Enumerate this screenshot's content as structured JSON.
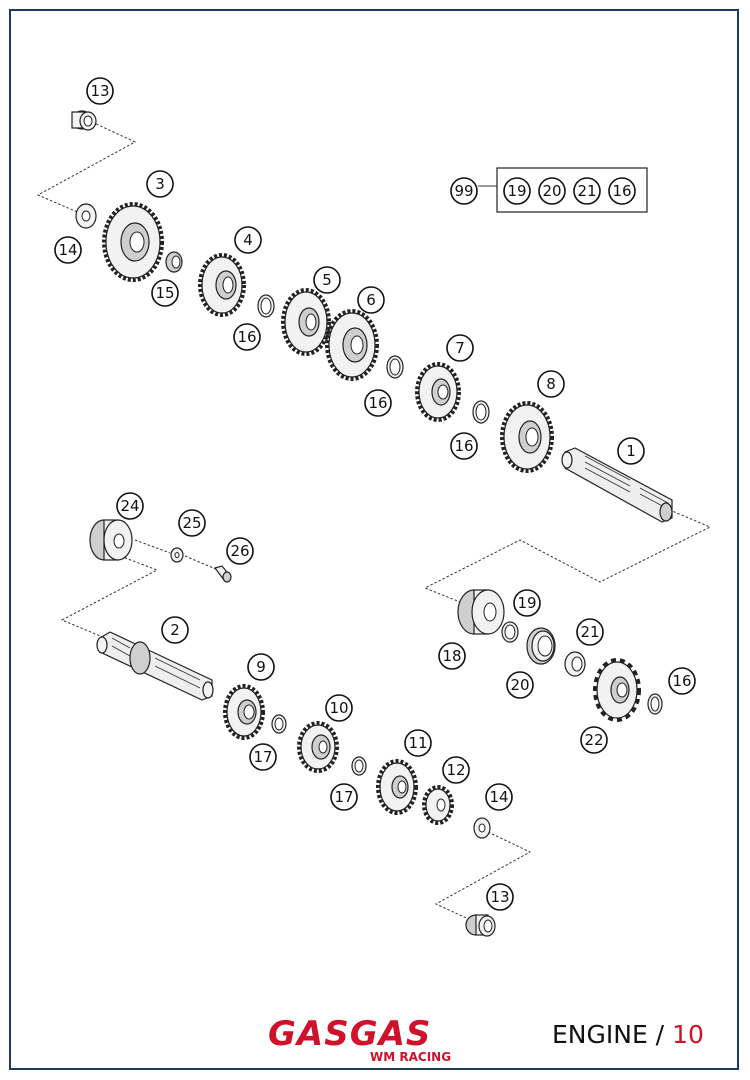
{
  "brand": {
    "logo_text": "GASGAS",
    "logo_subtext": "WM RACING",
    "accent_color": "#d0112b",
    "frame_color": "#1e3a5f"
  },
  "footer": {
    "section_label": "ENGINE /",
    "section_number": "10"
  },
  "kit": {
    "label": "99",
    "contents": [
      "19",
      "20",
      "21",
      "16"
    ]
  },
  "callouts": [
    "13",
    "3",
    "14",
    "15",
    "4",
    "16",
    "5",
    "6",
    "16",
    "7",
    "16",
    "8",
    "1",
    "24",
    "25",
    "26",
    "2",
    "9",
    "17",
    "10",
    "17",
    "11",
    "12",
    "14",
    "13",
    "19",
    "21",
    "18",
    "20",
    "16",
    "22"
  ]
}
